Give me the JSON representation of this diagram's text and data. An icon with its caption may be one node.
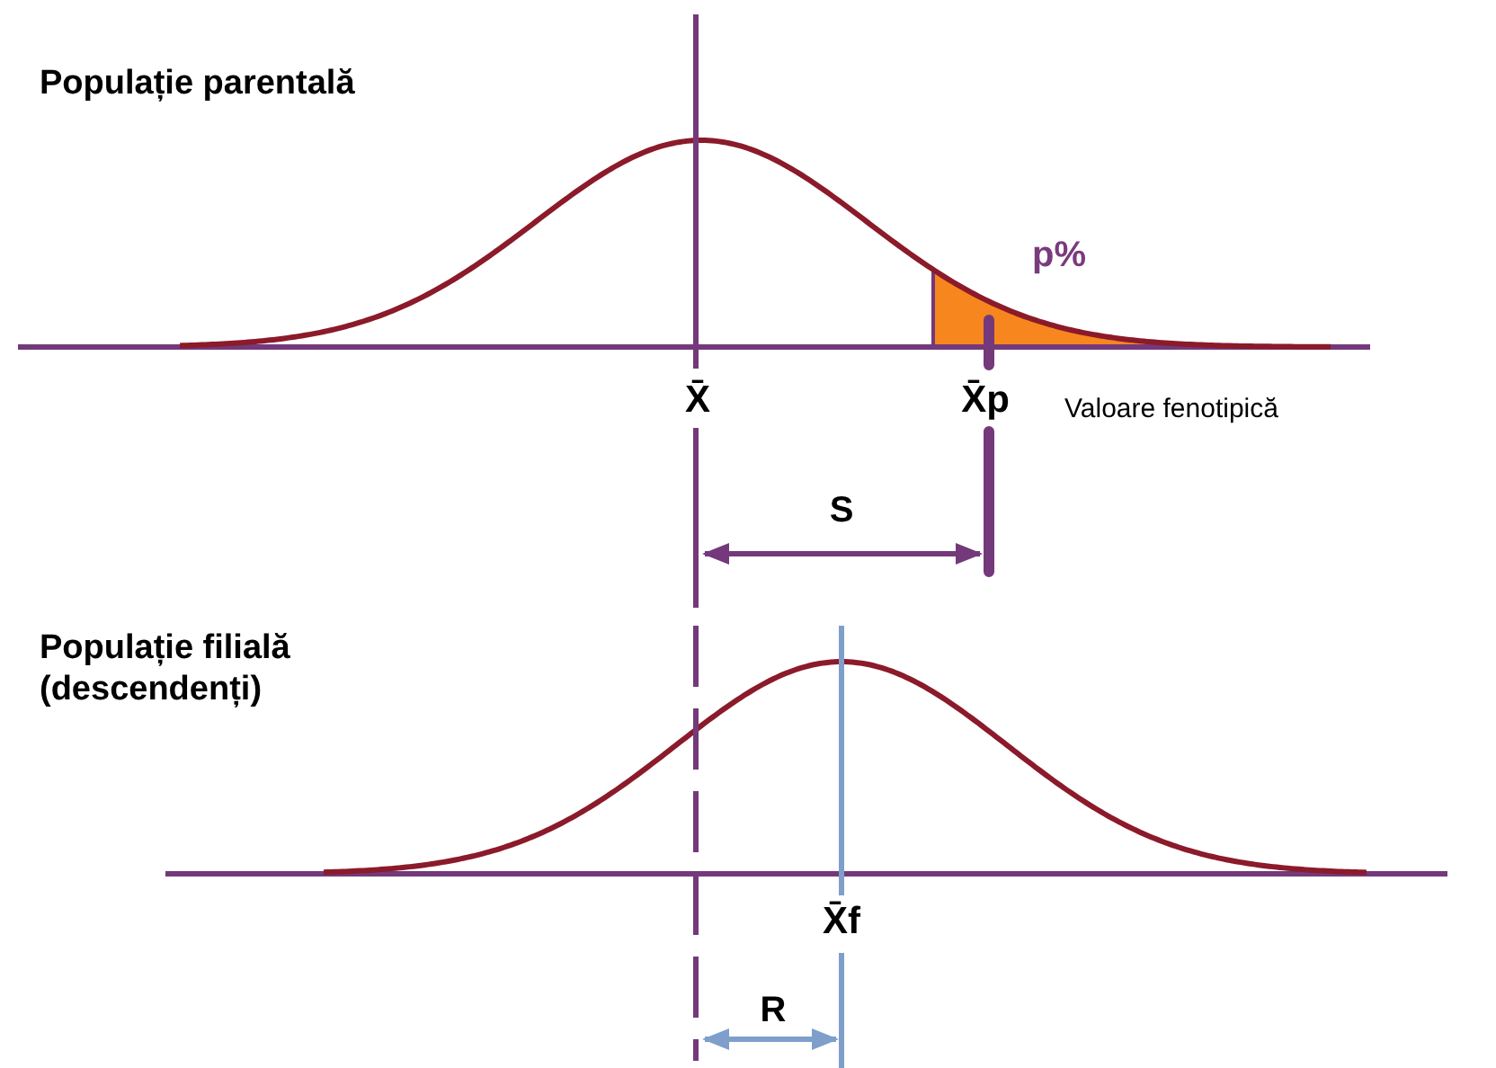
{
  "diagram": {
    "labels": [
      "Populație parentală",
      "p%",
      "X̄",
      "X̄p",
      "Valoare fenotipică",
      "S",
      "Populație filială (descendenți)",
      "X̄f",
      "R"
    ]
  }
}
